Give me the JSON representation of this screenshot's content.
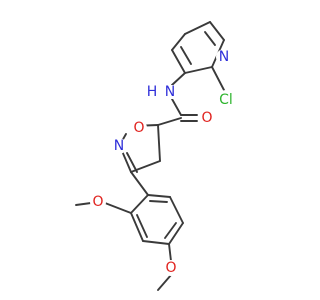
{
  "colors": {
    "bond": "#3a3a3a",
    "carbon_text": "#3a3a3a",
    "nitrogen": "#2f2fd9",
    "oxygen": "#e0221e",
    "chlorine": "#2fb52f",
    "background": "#ffffff"
  },
  "atoms": {
    "n_pyridine": "N",
    "cl": "Cl",
    "nh": "N",
    "h": "H",
    "o_carbonyl": "O",
    "o_ring": "O",
    "n_ring": "N",
    "o_methoxy_top": "O",
    "o_methoxy_bottom": "O"
  }
}
